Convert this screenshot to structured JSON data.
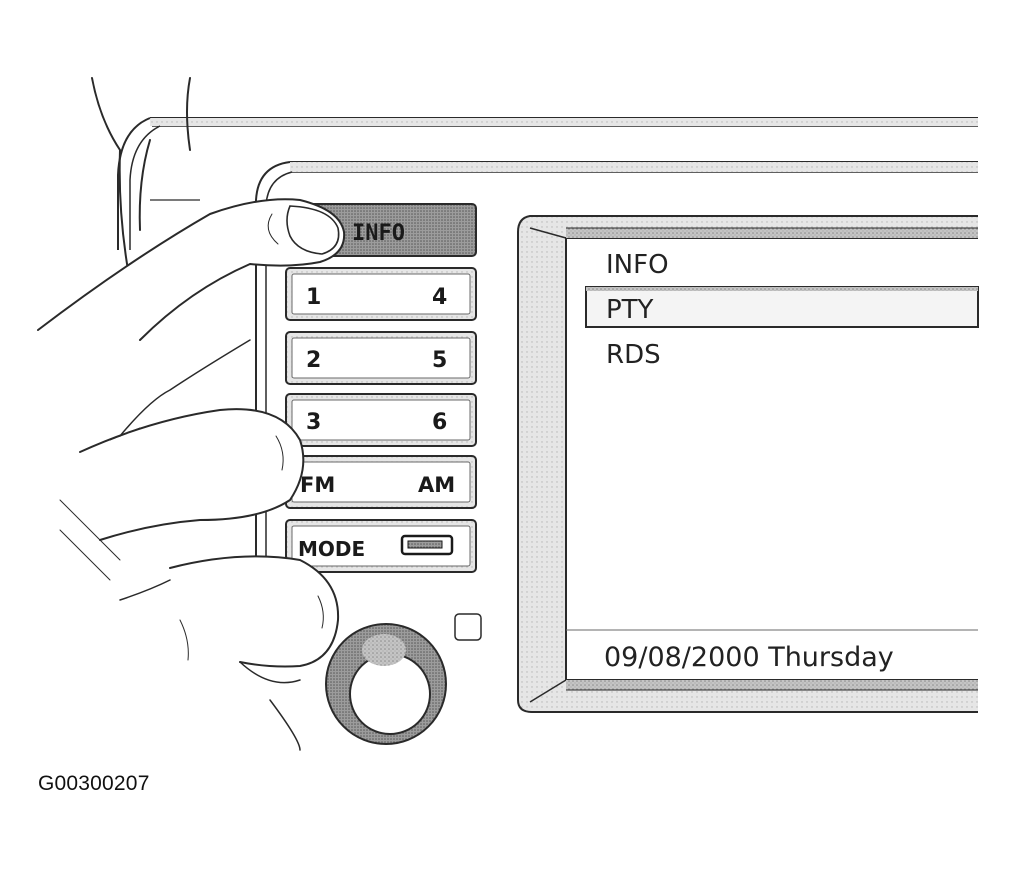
{
  "figure_id": "G00300207",
  "buttons": {
    "info": "INFO",
    "preset_1": "1",
    "preset_4": "4",
    "preset_2": "2",
    "preset_5": "5",
    "preset_3": "3",
    "preset_6": "6",
    "fm": "FM",
    "am": "AM",
    "mode": "MODE"
  },
  "display": {
    "menu_items": [
      {
        "label": "INFO",
        "selected": false
      },
      {
        "label": "PTY",
        "selected": true
      },
      {
        "label": "RDS",
        "selected": false
      }
    ],
    "status": "09/08/2000 Thursday"
  },
  "icons": {
    "cassette": "cassette-icon",
    "knob": "volume-knob-icon",
    "indicator": "indicator-led-icon",
    "hand": "hand-illustration"
  },
  "colors": {
    "line": "#2a2a2a",
    "panel_shade": "#bdbdbd",
    "highlight": "#f2f2f2",
    "info_button_fill": "#9a9a9a"
  }
}
